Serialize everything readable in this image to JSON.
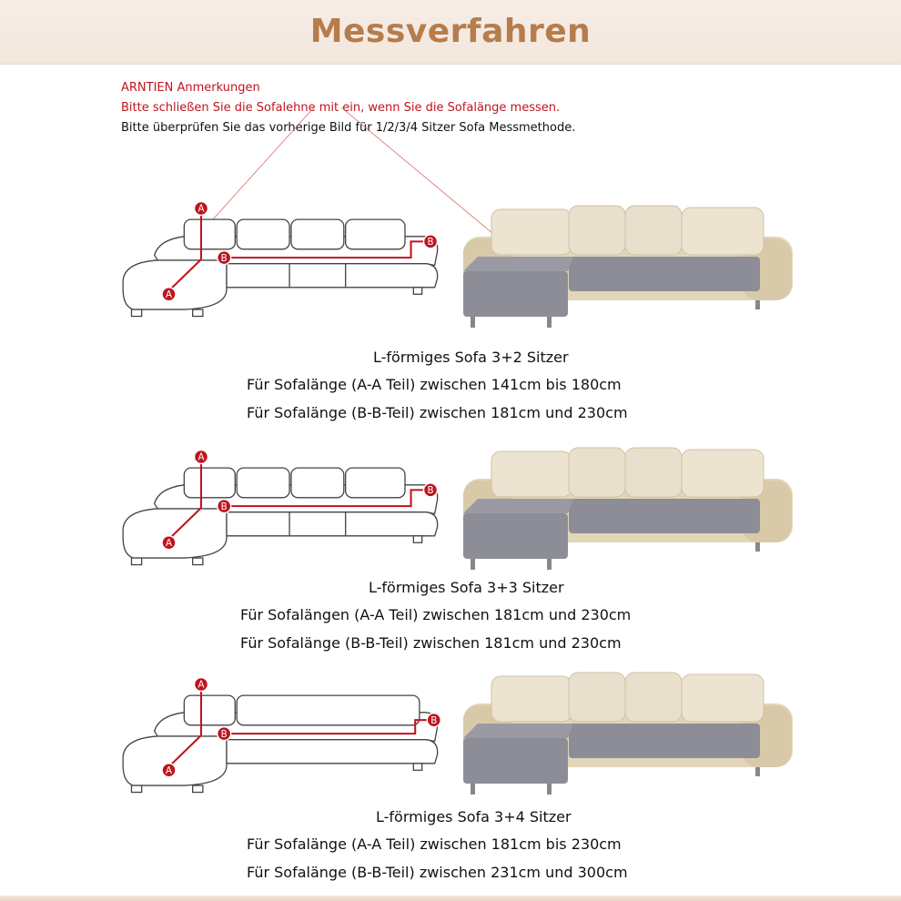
{
  "title": "Messverfahren",
  "notes": {
    "heading": "ARNTIEN Anmerkungen",
    "line1": "Bitte schließen Sie die Sofalehne mit ein, wenn Sie die Sofalänge messen.",
    "line2": "Bitte überprüfen Sie das vorherige Bild für 1/2/3/4 Sitzer Sofa Messmethode."
  },
  "markers": {
    "a": "A",
    "b": "B"
  },
  "sections": [
    {
      "title": "L-förmiges Sofa 3+2 Sitzer",
      "line_aa": "Für Sofalänge (A-A Teil) zwischen 141cm bis 180cm",
      "line_bb": "Für Sofalänge (B-B-Teil) zwischen 181cm und 230cm"
    },
    {
      "title": "L-förmiges Sofa 3+3 Sitzer",
      "line_aa": "Für Sofalängen (A-A Teil) zwischen 181cm und 230cm",
      "line_bb": "Für Sofalänge (B-B-Teil) zwischen 181cm und 230cm"
    },
    {
      "title": "L-förmiges Sofa 3+4 Sitzer",
      "line_aa": "Für Sofalänge (A-A Teil) zwischen 181cm bis 230cm",
      "line_bb": "Für Sofalänge (B-B-Teil) zwischen 231cm und 300cm"
    }
  ],
  "colors": {
    "title": "#b67c4c",
    "note_red": "#c0141e",
    "marker_red": "#c0141e",
    "leather": "#e2d6b8",
    "cushion": "#8d8d98"
  }
}
